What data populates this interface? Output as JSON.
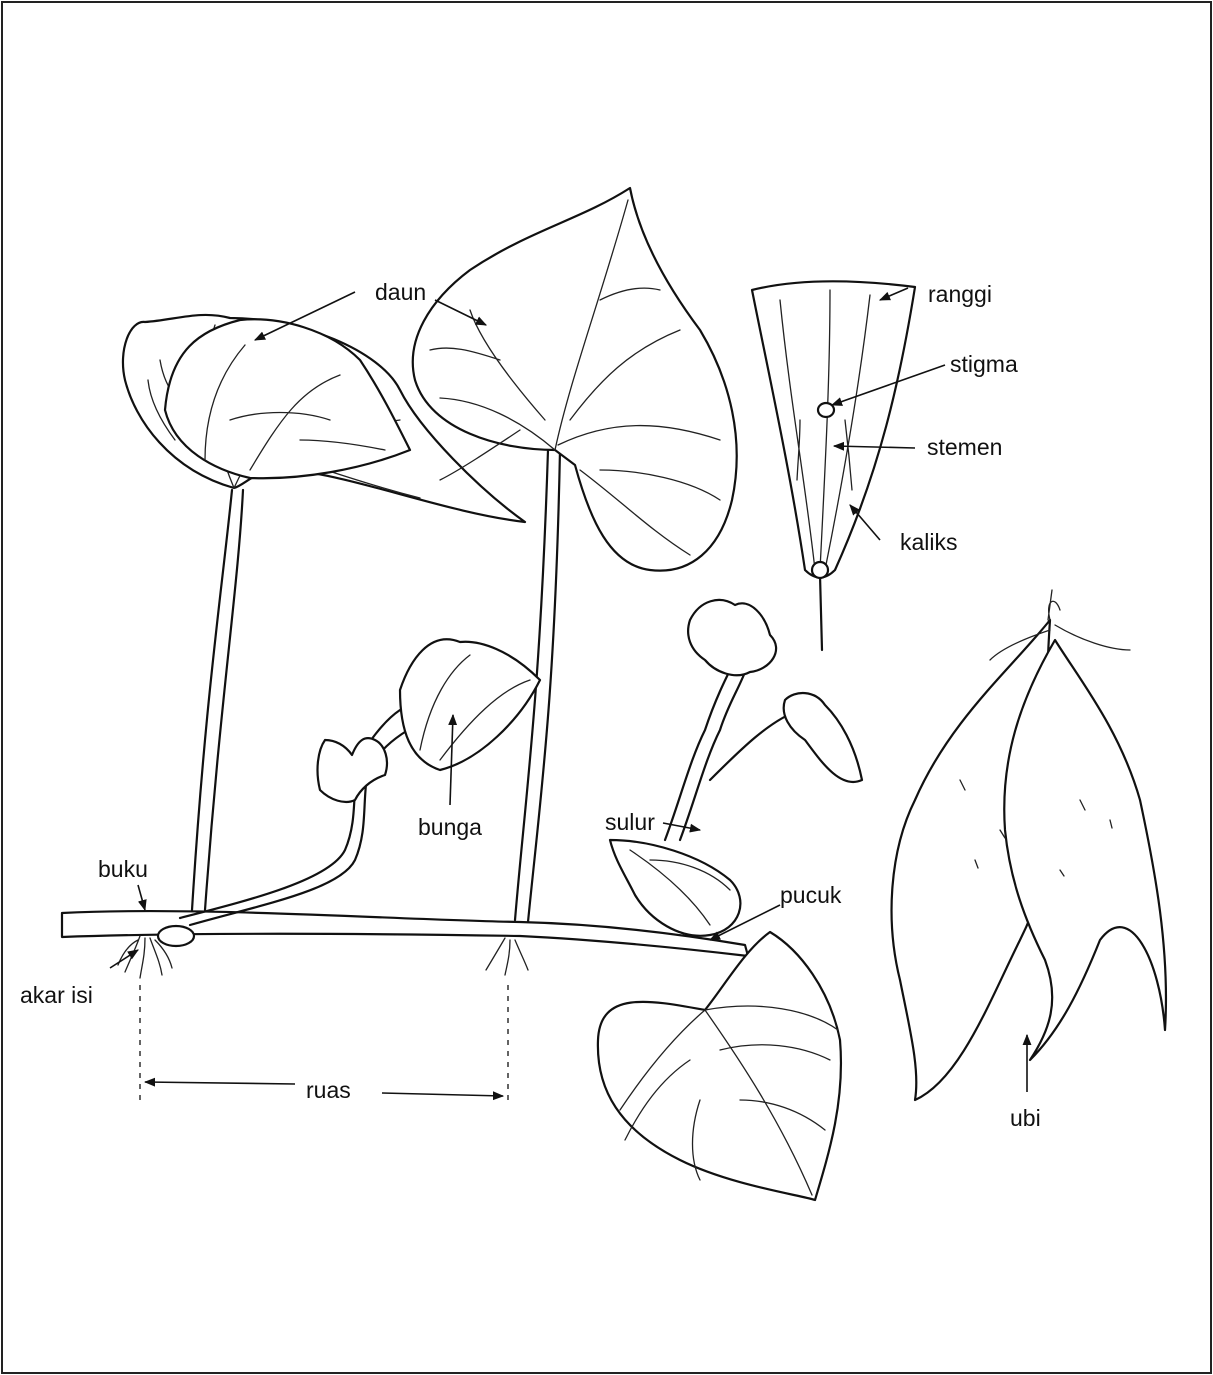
{
  "labels": {
    "daun": "daun",
    "ranggi": "ranggi",
    "stigma": "stigma",
    "stemen": "stemen",
    "kaliks": "kaliks",
    "sulur": "sulur",
    "bunga": "bunga",
    "buku": "buku",
    "pucuk": "pucuk",
    "akar_isi": "akar isi",
    "ruas": "ruas",
    "ubi": "ubi"
  }
}
